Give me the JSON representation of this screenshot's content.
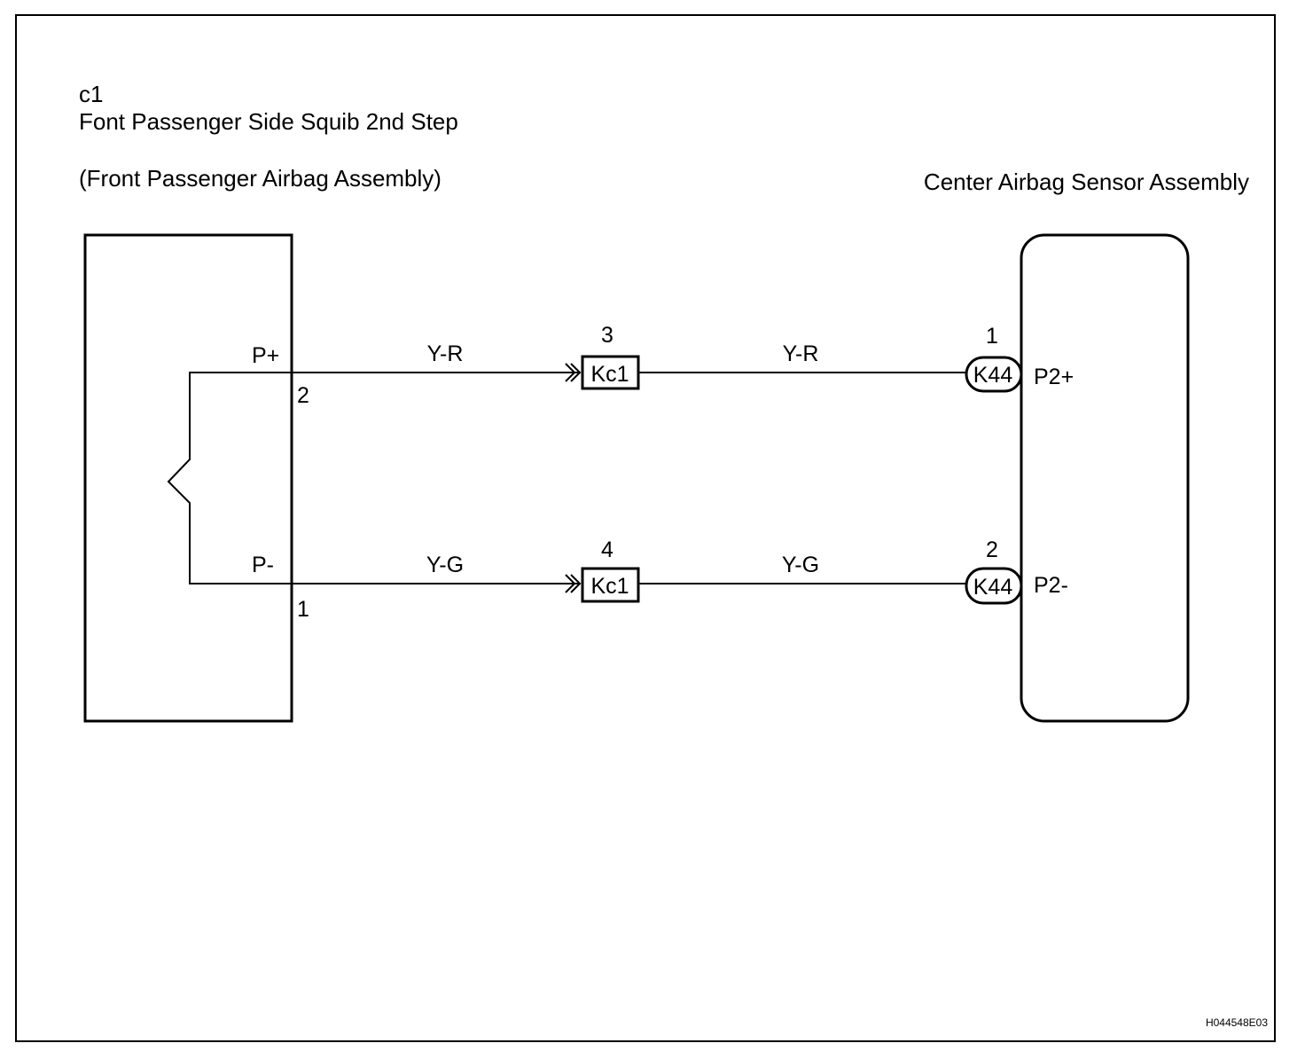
{
  "left_component": {
    "code": "c1",
    "name": "Font Passenger Side Squib 2nd Step",
    "assembly": "(Front Passenger Airbag Assembly)",
    "pins": [
      {
        "terminal": "P+",
        "number": "2"
      },
      {
        "terminal": "P-",
        "number": "1"
      }
    ]
  },
  "right_component": {
    "name": "Center Airbag Sensor Assembly",
    "pins": [
      {
        "terminal": "P2+",
        "number": "1",
        "connector": "K44"
      },
      {
        "terminal": "P2-",
        "number": "2",
        "connector": "K44"
      }
    ]
  },
  "wires": [
    {
      "color_left": "Y-R",
      "color_right": "Y-R",
      "junction": "Kc1",
      "junction_pin": "3"
    },
    {
      "color_left": "Y-G",
      "color_right": "Y-G",
      "junction": "Kc1",
      "junction_pin": "4"
    }
  ],
  "figure_id": "H044548E03"
}
